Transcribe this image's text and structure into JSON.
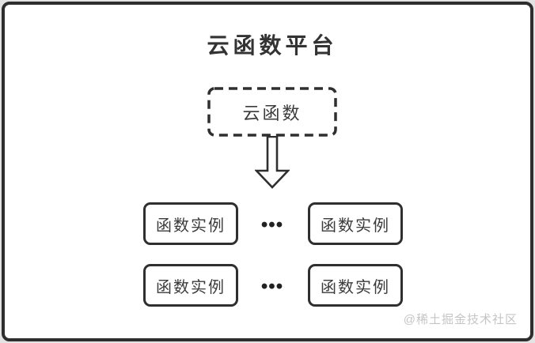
{
  "frame": {
    "background": "#ffffff",
    "border_color": "#2e2e2e",
    "margin_color": "#e3e3e3"
  },
  "diagram": {
    "title": "云函数平台",
    "cloud_function": {
      "label": "云函数"
    },
    "arrow_icon": "down-block-arrow",
    "instance_rows": [
      {
        "left": {
          "label": "函数实例"
        },
        "ellipsis": "•••",
        "right": {
          "label": "函数实例"
        }
      },
      {
        "left": {
          "label": "函数实例"
        },
        "ellipsis": "•••",
        "right": {
          "label": "函数实例"
        }
      }
    ],
    "watermark": "@稀土掘金技术社区",
    "colors": {
      "stroke": "#2f2f2f",
      "title_text": "#333333",
      "box_text": "#3b3b3b",
      "watermark_text": "#c5c5c5"
    }
  }
}
